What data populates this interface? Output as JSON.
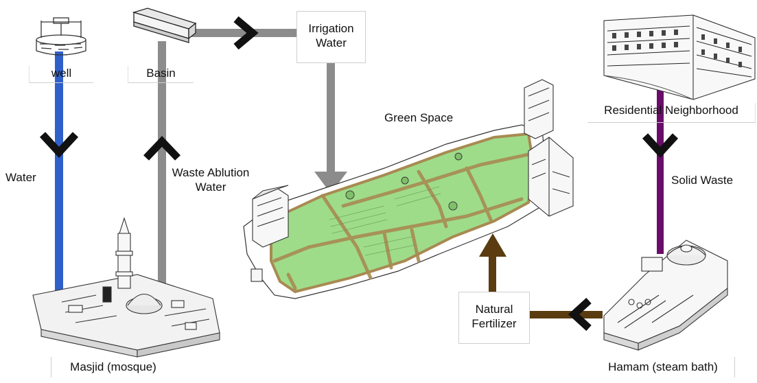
{
  "labels": {
    "well": "well",
    "basin": "Basin",
    "irrigation_line1": "Irrigation",
    "irrigation_line2": "Water",
    "water": "Water",
    "waste_line1": "Waste Ablution",
    "waste_line2": "Water",
    "green_space": "Green Space",
    "residential": "Residential Neighborhood",
    "solid_waste": "Solid Waste",
    "fertilizer_line1": "Natural",
    "fertilizer_line2": "Fertilizer",
    "masjid": "Masjid (mosque)",
    "hamam": "Hamam (steam bath)"
  },
  "colors": {
    "water_flow": "#2f5fc9",
    "grey_flow": "#8c8c8c",
    "purple_flow": "#6a0d6a",
    "brown_flow": "#5a3c10",
    "chevron": "#111111",
    "green_space_fill": "#9edc8a",
    "path_color": "#a88a52"
  },
  "illustrations": [
    "well-drawing",
    "basin-drawing",
    "mosque-drawing",
    "green-space-map",
    "residential-building-drawing",
    "hamam-drawing"
  ]
}
